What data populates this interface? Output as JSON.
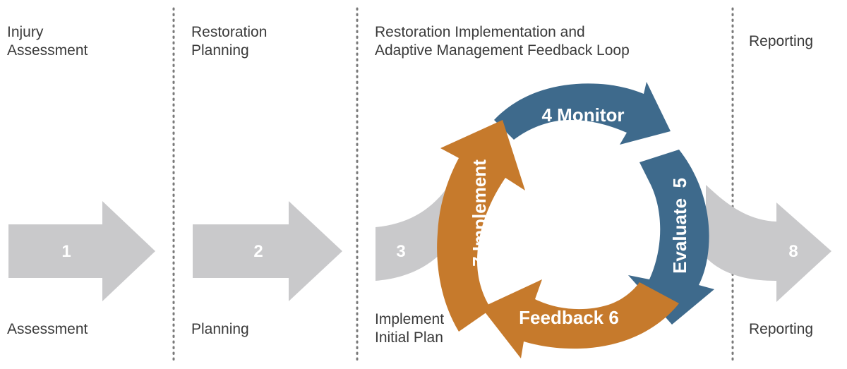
{
  "headers": {
    "col1": [
      "Injury",
      "Assessment"
    ],
    "col2": [
      "Restoration",
      "Planning"
    ],
    "col3": [
      "Restoration Implementation and",
      "Adaptive Management Feedback Loop"
    ],
    "col4": [
      "Reporting"
    ]
  },
  "footers": {
    "col1": [
      "Assessment"
    ],
    "col2": [
      "Planning"
    ],
    "col3": [
      "Implement",
      "Initial Plan"
    ],
    "col4": [
      "Reporting"
    ]
  },
  "steps": {
    "s1": "1",
    "s2": "2",
    "s3": "3",
    "s8": "8"
  },
  "cycle": {
    "monitor": "4 Monitor",
    "evaluate": "Evaluate  5",
    "feedback": "Feedback 6",
    "implement": "7 Implement"
  },
  "colors": {
    "gray_arrow": "#c9c9cb",
    "blue": "#3e6a8c",
    "orange": "#c67a2c",
    "divider": "#7a7a7a",
    "text": "#3a3a3a"
  }
}
